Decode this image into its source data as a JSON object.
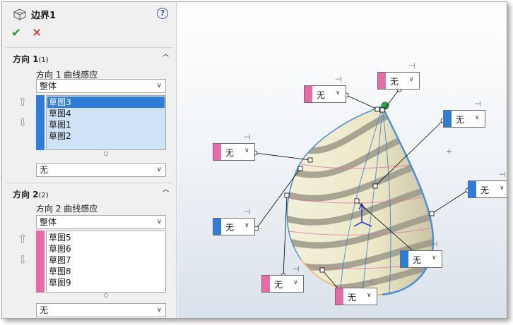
{
  "header": {
    "title": "边界1",
    "help_glyph": "?",
    "ok_glyph": "✔",
    "cancel_glyph": "✕"
  },
  "direction1": {
    "title": "方向 1",
    "count": "(1)",
    "curve_label": "方向 1 曲线感应",
    "curve_value": "整体",
    "items": [
      "草图3",
      "草图4",
      "草图1",
      "草图2"
    ],
    "selected_index": 0,
    "tangent_value": "无",
    "color": "#2f7dd6"
  },
  "direction2": {
    "title": "方向 2",
    "count": "(2)",
    "curve_label": "方向 2 曲线感应",
    "curve_value": "整体",
    "items": [
      "草图5",
      "草图6",
      "草图7",
      "草图8",
      "草图9"
    ],
    "tangent_value": "无",
    "color": "#e86aa8"
  },
  "callouts": [
    {
      "id": "c1",
      "value": "无",
      "color": "#e86aa8"
    },
    {
      "id": "c2",
      "value": "无",
      "color": "#e86aa8"
    },
    {
      "id": "c3",
      "value": "无",
      "color": "#2f7dd6"
    },
    {
      "id": "c4",
      "value": "无",
      "color": "#e86aa8"
    },
    {
      "id": "c5",
      "value": "无",
      "color": "#2f7dd6"
    },
    {
      "id": "c6",
      "value": "无",
      "color": "#2f7dd6"
    },
    {
      "id": "c7",
      "value": "无",
      "color": "#2f7dd6"
    },
    {
      "id": "c8",
      "value": "无",
      "color": "#e86aa8"
    },
    {
      "id": "c9",
      "value": "无",
      "color": "#e86aa8"
    }
  ],
  "icons": {
    "feature": "boundary-surface-icon",
    "move_up": "arrow-up-icon",
    "move_down": "arrow-down-icon",
    "pin": "pushpin-icon"
  }
}
